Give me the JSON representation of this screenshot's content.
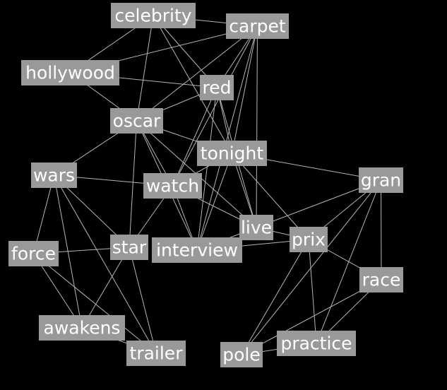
{
  "colors": {
    "background": "#000000",
    "node_fill": "#999999",
    "label": "#ffffff",
    "edge": "#b5b5b5"
  },
  "nodes": [
    {
      "id": "celebrity",
      "label": "celebrity"
    },
    {
      "id": "carpet",
      "label": "carpet"
    },
    {
      "id": "hollywood",
      "label": "hollywood"
    },
    {
      "id": "red",
      "label": "red"
    },
    {
      "id": "oscar",
      "label": "oscar"
    },
    {
      "id": "tonight",
      "label": "tonight"
    },
    {
      "id": "wars",
      "label": "wars"
    },
    {
      "id": "watch",
      "label": "watch"
    },
    {
      "id": "gran",
      "label": "gran"
    },
    {
      "id": "live",
      "label": "live"
    },
    {
      "id": "prix",
      "label": "prix"
    },
    {
      "id": "force",
      "label": "force"
    },
    {
      "id": "star",
      "label": "star"
    },
    {
      "id": "interview",
      "label": "interview"
    },
    {
      "id": "race",
      "label": "race"
    },
    {
      "id": "awakens",
      "label": "awakens"
    },
    {
      "id": "trailer",
      "label": "trailer"
    },
    {
      "id": "pole",
      "label": "pole"
    },
    {
      "id": "practice",
      "label": "practice"
    }
  ],
  "edges": [
    [
      "celebrity",
      "carpet"
    ],
    [
      "celebrity",
      "hollywood"
    ],
    [
      "celebrity",
      "red"
    ],
    [
      "celebrity",
      "oscar"
    ],
    [
      "celebrity",
      "tonight"
    ],
    [
      "hollywood",
      "carpet"
    ],
    [
      "hollywood",
      "red"
    ],
    [
      "hollywood",
      "oscar"
    ],
    [
      "carpet",
      "red"
    ],
    [
      "carpet",
      "oscar"
    ],
    [
      "carpet",
      "tonight"
    ],
    [
      "carpet",
      "watch"
    ],
    [
      "carpet",
      "live"
    ],
    [
      "carpet",
      "interview"
    ],
    [
      "red",
      "oscar"
    ],
    [
      "red",
      "tonight"
    ],
    [
      "red",
      "watch"
    ],
    [
      "red",
      "interview"
    ],
    [
      "red",
      "live"
    ],
    [
      "oscar",
      "tonight"
    ],
    [
      "oscar",
      "wars"
    ],
    [
      "oscar",
      "watch"
    ],
    [
      "oscar",
      "star"
    ],
    [
      "oscar",
      "interview"
    ],
    [
      "oscar",
      "live"
    ],
    [
      "tonight",
      "gran"
    ],
    [
      "tonight",
      "live"
    ],
    [
      "tonight",
      "prix"
    ],
    [
      "tonight",
      "interview"
    ],
    [
      "tonight",
      "watch"
    ],
    [
      "wars",
      "watch"
    ],
    [
      "wars",
      "force"
    ],
    [
      "wars",
      "star"
    ],
    [
      "wars",
      "awakens"
    ],
    [
      "wars",
      "trailer"
    ],
    [
      "watch",
      "live"
    ],
    [
      "watch",
      "star"
    ],
    [
      "watch",
      "interview"
    ],
    [
      "gran",
      "live"
    ],
    [
      "gran",
      "prix"
    ],
    [
      "gran",
      "race"
    ],
    [
      "gran",
      "pole"
    ],
    [
      "gran",
      "practice"
    ],
    [
      "live",
      "prix"
    ],
    [
      "live",
      "interview"
    ],
    [
      "prix",
      "interview"
    ],
    [
      "prix",
      "race"
    ],
    [
      "prix",
      "pole"
    ],
    [
      "prix",
      "practice"
    ],
    [
      "force",
      "star"
    ],
    [
      "force",
      "awakens"
    ],
    [
      "force",
      "trailer"
    ],
    [
      "star",
      "awakens"
    ],
    [
      "star",
      "trailer"
    ],
    [
      "awakens",
      "trailer"
    ],
    [
      "race",
      "pole"
    ],
    [
      "race",
      "practice"
    ],
    [
      "pole",
      "practice"
    ]
  ]
}
